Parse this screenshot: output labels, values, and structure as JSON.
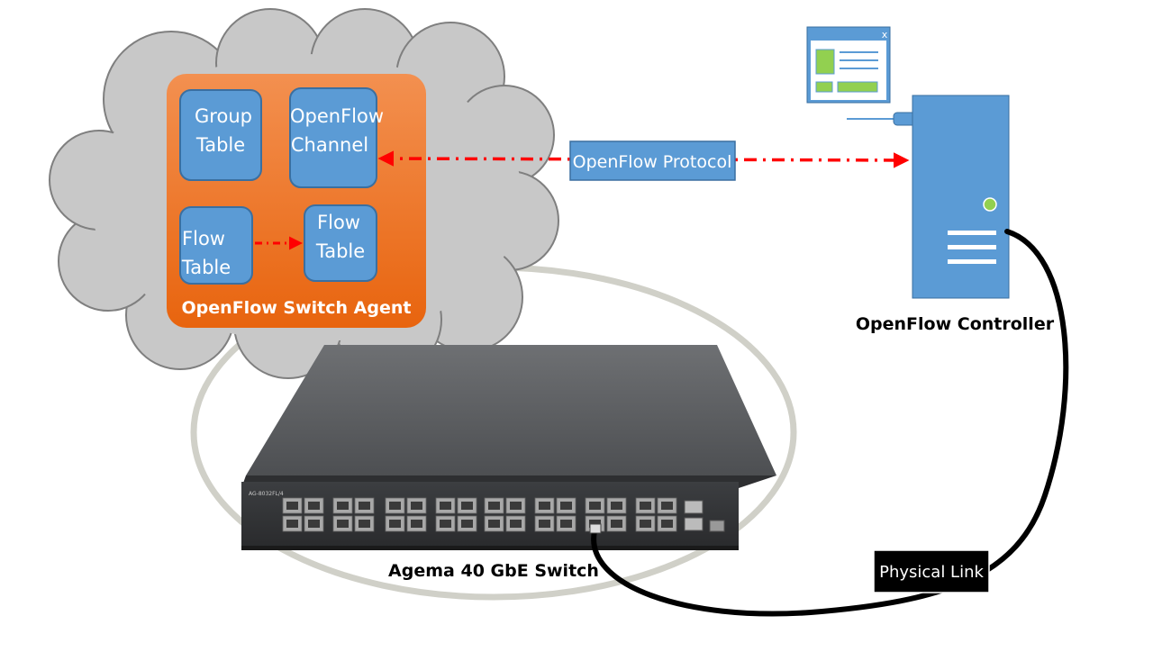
{
  "switch_agent": {
    "title": "OpenFlow Switch Agent",
    "group_table": "Group\nTable",
    "openflow_channel": "OpenFlow\nChannel",
    "flow_table_1": "Flow\nTable",
    "flow_table_2": "Flow\nTable"
  },
  "protocol_label": "OpenFlow Protocol",
  "controller_label": "OpenFlow Controller",
  "switch_label": "Agema 40 GbE Switch",
  "switch_model": "AG-8032FL/4",
  "link_label": "Physical Link",
  "window_close": "x",
  "colors": {
    "cloud": "#c8c8c8",
    "agent_orange": "#f07a28",
    "box_blue": "#5b9bd5",
    "arrow_red": "#ff0000",
    "server_blue": "#5b9bd5",
    "window_green": "#92d050",
    "cable": "#000000"
  }
}
